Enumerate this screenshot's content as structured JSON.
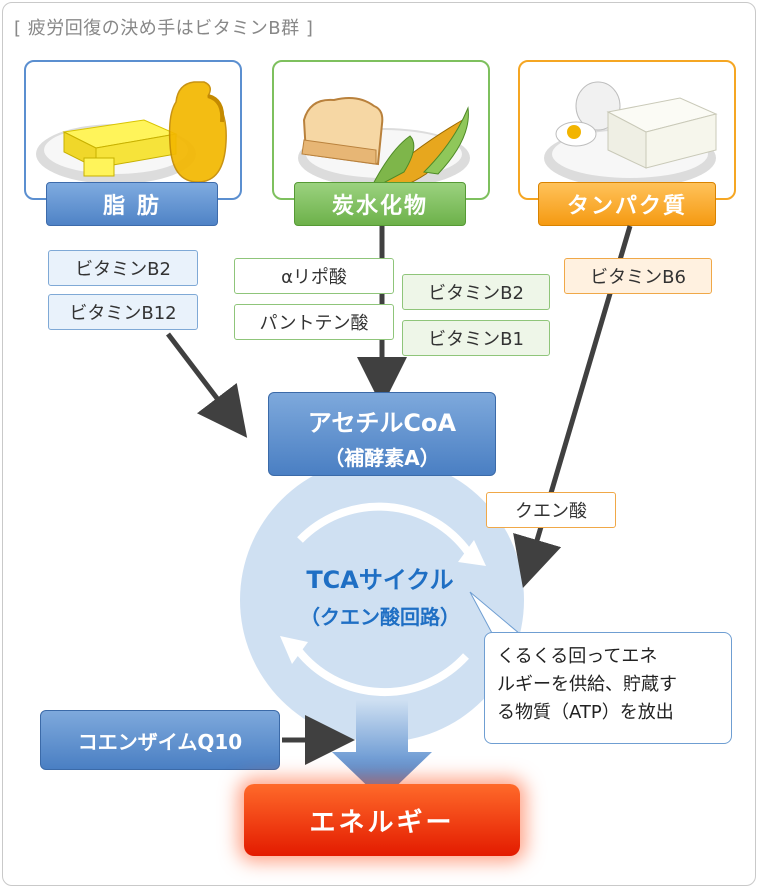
{
  "heading": "[ 疲労回復の決め手はビタミンB群 ]",
  "categories": {
    "fat": "脂 肪",
    "carb": "炭水化物",
    "protein": "タンパク質"
  },
  "fat_tags": [
    "ビタミンB2",
    "ビタミンB12"
  ],
  "carb_tags_left": [
    "αリポ酸",
    "パントテン酸"
  ],
  "carb_tags_right": [
    "ビタミンB2",
    "ビタミンB1"
  ],
  "protein_tags": [
    "ビタミンB6",
    "クエン酸"
  ],
  "acetyl": {
    "line1": "アセチルCoA",
    "line2": "（補酵素A）"
  },
  "tca": {
    "line1": "TCAサイクル",
    "line2": "（クエン酸回路）"
  },
  "bubble": [
    "くるくる回ってエネ",
    "ルギーを供給、貯蔵す",
    "る物質（ATP）を放出"
  ],
  "coenzyme": "コエンザイムQ10",
  "energy": "エネルギー",
  "colors": {
    "fat": "#5b8fd0",
    "carb": "#7ec05e",
    "protein": "#f5a623",
    "tca_circle": "#cfe0f2",
    "energy": "#ff3a10"
  }
}
